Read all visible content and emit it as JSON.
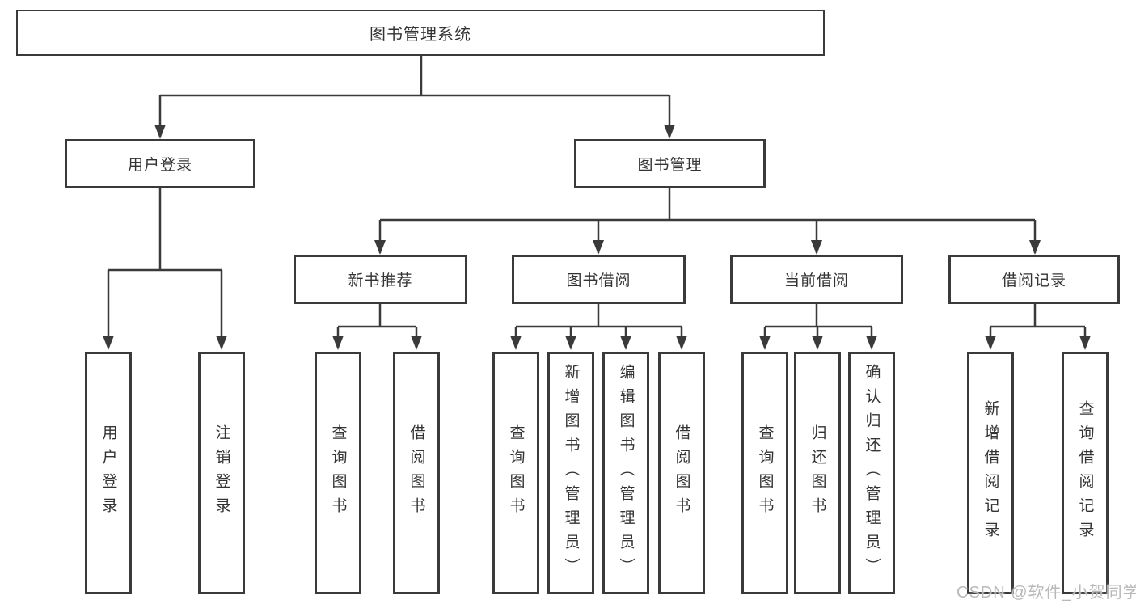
{
  "colors": {
    "line": "#3a3a3a",
    "border": "#3a3a3a",
    "text": "#333333",
    "background": "#ffffff",
    "watermark": "#b9b9b9"
  },
  "watermark": {
    "text": "CSDN @软件_小贺同学"
  },
  "tree": {
    "root": {
      "label": "图书管理系统"
    },
    "branches": [
      {
        "label": "用户登录",
        "leaves": [
          {
            "label": "用户登录"
          },
          {
            "label": "注销登录"
          }
        ]
      },
      {
        "label": "图书管理",
        "groups": [
          {
            "label": "新书推荐",
            "leaves": [
              {
                "label": "查询图书"
              },
              {
                "label": "借阅图书"
              }
            ]
          },
          {
            "label": "图书借阅",
            "leaves": [
              {
                "label": "查询图书"
              },
              {
                "label": "新增图书（管理员）"
              },
              {
                "label": "编辑图书（管理员）"
              },
              {
                "label": "借阅图书"
              }
            ]
          },
          {
            "label": "当前借阅",
            "leaves": [
              {
                "label": "查询图书"
              },
              {
                "label": "归还图书"
              },
              {
                "label": "确认归还（管理员）"
              }
            ]
          },
          {
            "label": "借阅记录",
            "leaves": [
              {
                "label": "新增借阅记录"
              },
              {
                "label": "查询借阅记录"
              }
            ]
          }
        ]
      }
    ]
  }
}
